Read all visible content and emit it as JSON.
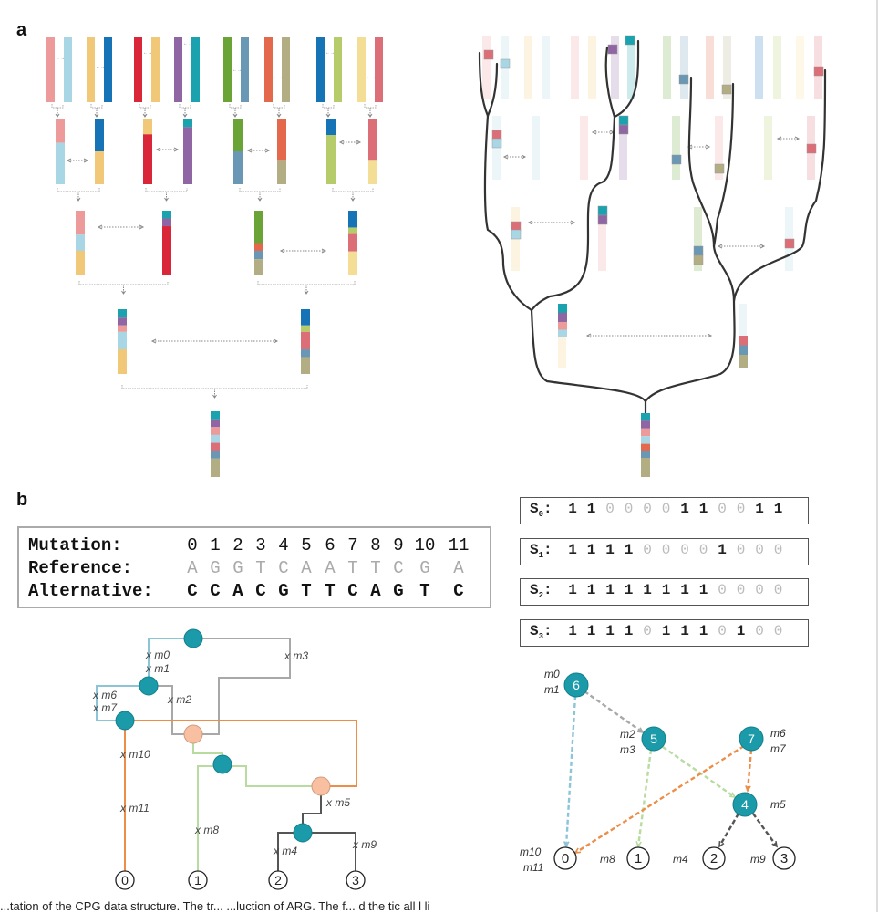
{
  "panels": {
    "a": {
      "label": "a"
    },
    "b": {
      "label": "b"
    }
  },
  "palette": {
    "salmon": "#ec9a9a",
    "lightblue": "#a9d6e5",
    "gold": "#f0c878",
    "blue": "#1673b5",
    "red": "#d92638",
    "purple": "#8f65a3",
    "teal": "#1aa3ae",
    "green": "#6aa436",
    "steelblue": "#6a98b4",
    "orange": "#e4694c",
    "khaki": "#b3ad84",
    "lime": "#b6cc6a",
    "paleyellow": "#f4dd95",
    "rose": "#dc6e77",
    "node_teal": "#1b9aaa",
    "node_peach": "#f8c0a0",
    "edge_lightblue": "#8cc4d8",
    "edge_gray": "#a8a8a8",
    "edge_orange": "#ec8e4a",
    "edge_green": "#b8dca0",
    "edge_dark": "#555555"
  },
  "panel_a_left": {
    "level0_pairs": [
      [
        "salmon",
        "lightblue"
      ],
      [
        "gold",
        "blue"
      ],
      [
        "red",
        "gold"
      ],
      [
        "purple",
        "teal"
      ],
      [
        "green",
        "steelblue"
      ],
      [
        "orange",
        "khaki"
      ],
      [
        "blue",
        "lime"
      ],
      [
        "paleyellow",
        "rose"
      ]
    ],
    "level1": [
      [
        [
          "salmon",
          0.37
        ],
        [
          "lightblue",
          0.63
        ]
      ],
      [
        [
          "blue",
          0.5
        ],
        [
          "gold",
          0.5
        ]
      ],
      [
        [
          "gold",
          0.24
        ],
        [
          "red",
          0.76
        ]
      ],
      [
        [
          "teal",
          0.13
        ],
        [
          "purple",
          0.87
        ]
      ],
      [
        [
          "green",
          0.5
        ],
        [
          "steelblue",
          0.5
        ]
      ],
      [
        [
          "orange",
          0.63
        ],
        [
          "khaki",
          0.37
        ]
      ],
      [
        [
          "blue",
          0.25
        ],
        [
          "lime",
          0.75
        ]
      ],
      [
        [
          "rose",
          0.63
        ],
        [
          "paleyellow",
          0.37
        ]
      ]
    ],
    "level2": [
      [
        [
          "salmon",
          0.37
        ],
        [
          "lightblue",
          0.25
        ],
        [
          "gold",
          0.38
        ]
      ],
      [
        [
          "teal",
          0.12
        ],
        [
          "purple",
          0.12
        ],
        [
          "red",
          0.76
        ]
      ],
      [
        [
          "green",
          0.5
        ],
        [
          "orange",
          0.12
        ],
        [
          "steelblue",
          0.13
        ],
        [
          "khaki",
          0.25
        ]
      ],
      [
        [
          "blue",
          0.26
        ],
        [
          "lime",
          0.1
        ],
        [
          "rose",
          0.27
        ],
        [
          "paleyellow",
          0.37
        ]
      ]
    ],
    "level3": [
      [
        [
          "teal",
          0.13
        ],
        [
          "purple",
          0.12
        ],
        [
          "salmon",
          0.1
        ],
        [
          "lightblue",
          0.27
        ],
        [
          "gold",
          0.38
        ]
      ],
      [
        [
          "blue",
          0.25
        ],
        [
          "lime",
          0.1
        ],
        [
          "rose",
          0.27
        ],
        [
          "steelblue",
          0.12
        ],
        [
          "khaki",
          0.26
        ]
      ]
    ],
    "root": [
      [
        "teal",
        0.12
      ],
      [
        "purple",
        0.12
      ],
      [
        "salmon",
        0.12
      ],
      [
        "lightblue",
        0.12
      ],
      [
        "rose",
        0.12
      ],
      [
        "steelblue",
        0.12
      ],
      [
        "khaki",
        0.28
      ]
    ]
  },
  "panel_a_right": {
    "root": [
      [
        "teal",
        0.12
      ],
      [
        "purple",
        0.12
      ],
      [
        "salmon",
        0.12
      ],
      [
        "lightblue",
        0.12
      ],
      [
        "orange",
        0.12
      ],
      [
        "steelblue",
        0.1
      ],
      [
        "khaki",
        0.3
      ]
    ]
  },
  "mutation_table": {
    "labels": [
      "Mutation:",
      "Reference:",
      "Alternative:"
    ],
    "indices": [
      "0",
      "1",
      "2",
      "3",
      "4",
      "5",
      "6",
      "7",
      "8",
      "9",
      "10",
      "11"
    ],
    "reference": [
      "A",
      "G",
      "G",
      "T",
      "C",
      "A",
      "A",
      "T",
      "T",
      "C",
      "G",
      "A"
    ],
    "alternative": [
      "C",
      "C",
      "A",
      "C",
      "G",
      "T",
      "T",
      "C",
      "A",
      "G",
      "T",
      "C"
    ]
  },
  "sequences": [
    {
      "name": "S",
      "sub": "0",
      "bits": [
        1,
        1,
        0,
        0,
        0,
        0,
        1,
        1,
        0,
        0,
        1,
        1
      ]
    },
    {
      "name": "S",
      "sub": "1",
      "bits": [
        1,
        1,
        1,
        1,
        0,
        0,
        0,
        0,
        1,
        0,
        0,
        0
      ]
    },
    {
      "name": "S",
      "sub": "2",
      "bits": [
        1,
        1,
        1,
        1,
        1,
        1,
        1,
        1,
        0,
        0,
        0,
        0
      ]
    },
    {
      "name": "S",
      "sub": "3",
      "bits": [
        1,
        1,
        1,
        1,
        0,
        1,
        1,
        1,
        0,
        1,
        0,
        0
      ]
    }
  ],
  "arg_tree": {
    "leaves": [
      "0",
      "1",
      "2",
      "3"
    ],
    "mutation_labels": [
      "x m0",
      "x m1",
      "x m3",
      "x m6",
      "x m7",
      "x m2",
      "x m10",
      "x m11",
      "x m8",
      "x m5",
      "x m4",
      "x m9"
    ]
  },
  "dag": {
    "nodes": [
      {
        "id": "6",
        "muts": [
          "m0",
          "m1"
        ]
      },
      {
        "id": "5",
        "muts": [
          "m2",
          "m3"
        ]
      },
      {
        "id": "7",
        "muts": [
          "m6",
          "m7"
        ]
      },
      {
        "id": "4",
        "muts": [
          "m5"
        ]
      }
    ],
    "leaves": [
      {
        "id": "0",
        "muts": [
          "m10",
          "m11"
        ]
      },
      {
        "id": "1",
        "muts": [
          "m8"
        ]
      },
      {
        "id": "2",
        "muts": [
          "m4"
        ]
      },
      {
        "id": "3",
        "muts": [
          "m9"
        ]
      }
    ]
  },
  "caption": "...tation of the CPG data structure. The tr...                                                   ...luction of ARG. The  f...                        d the     tic all  l  li"
}
